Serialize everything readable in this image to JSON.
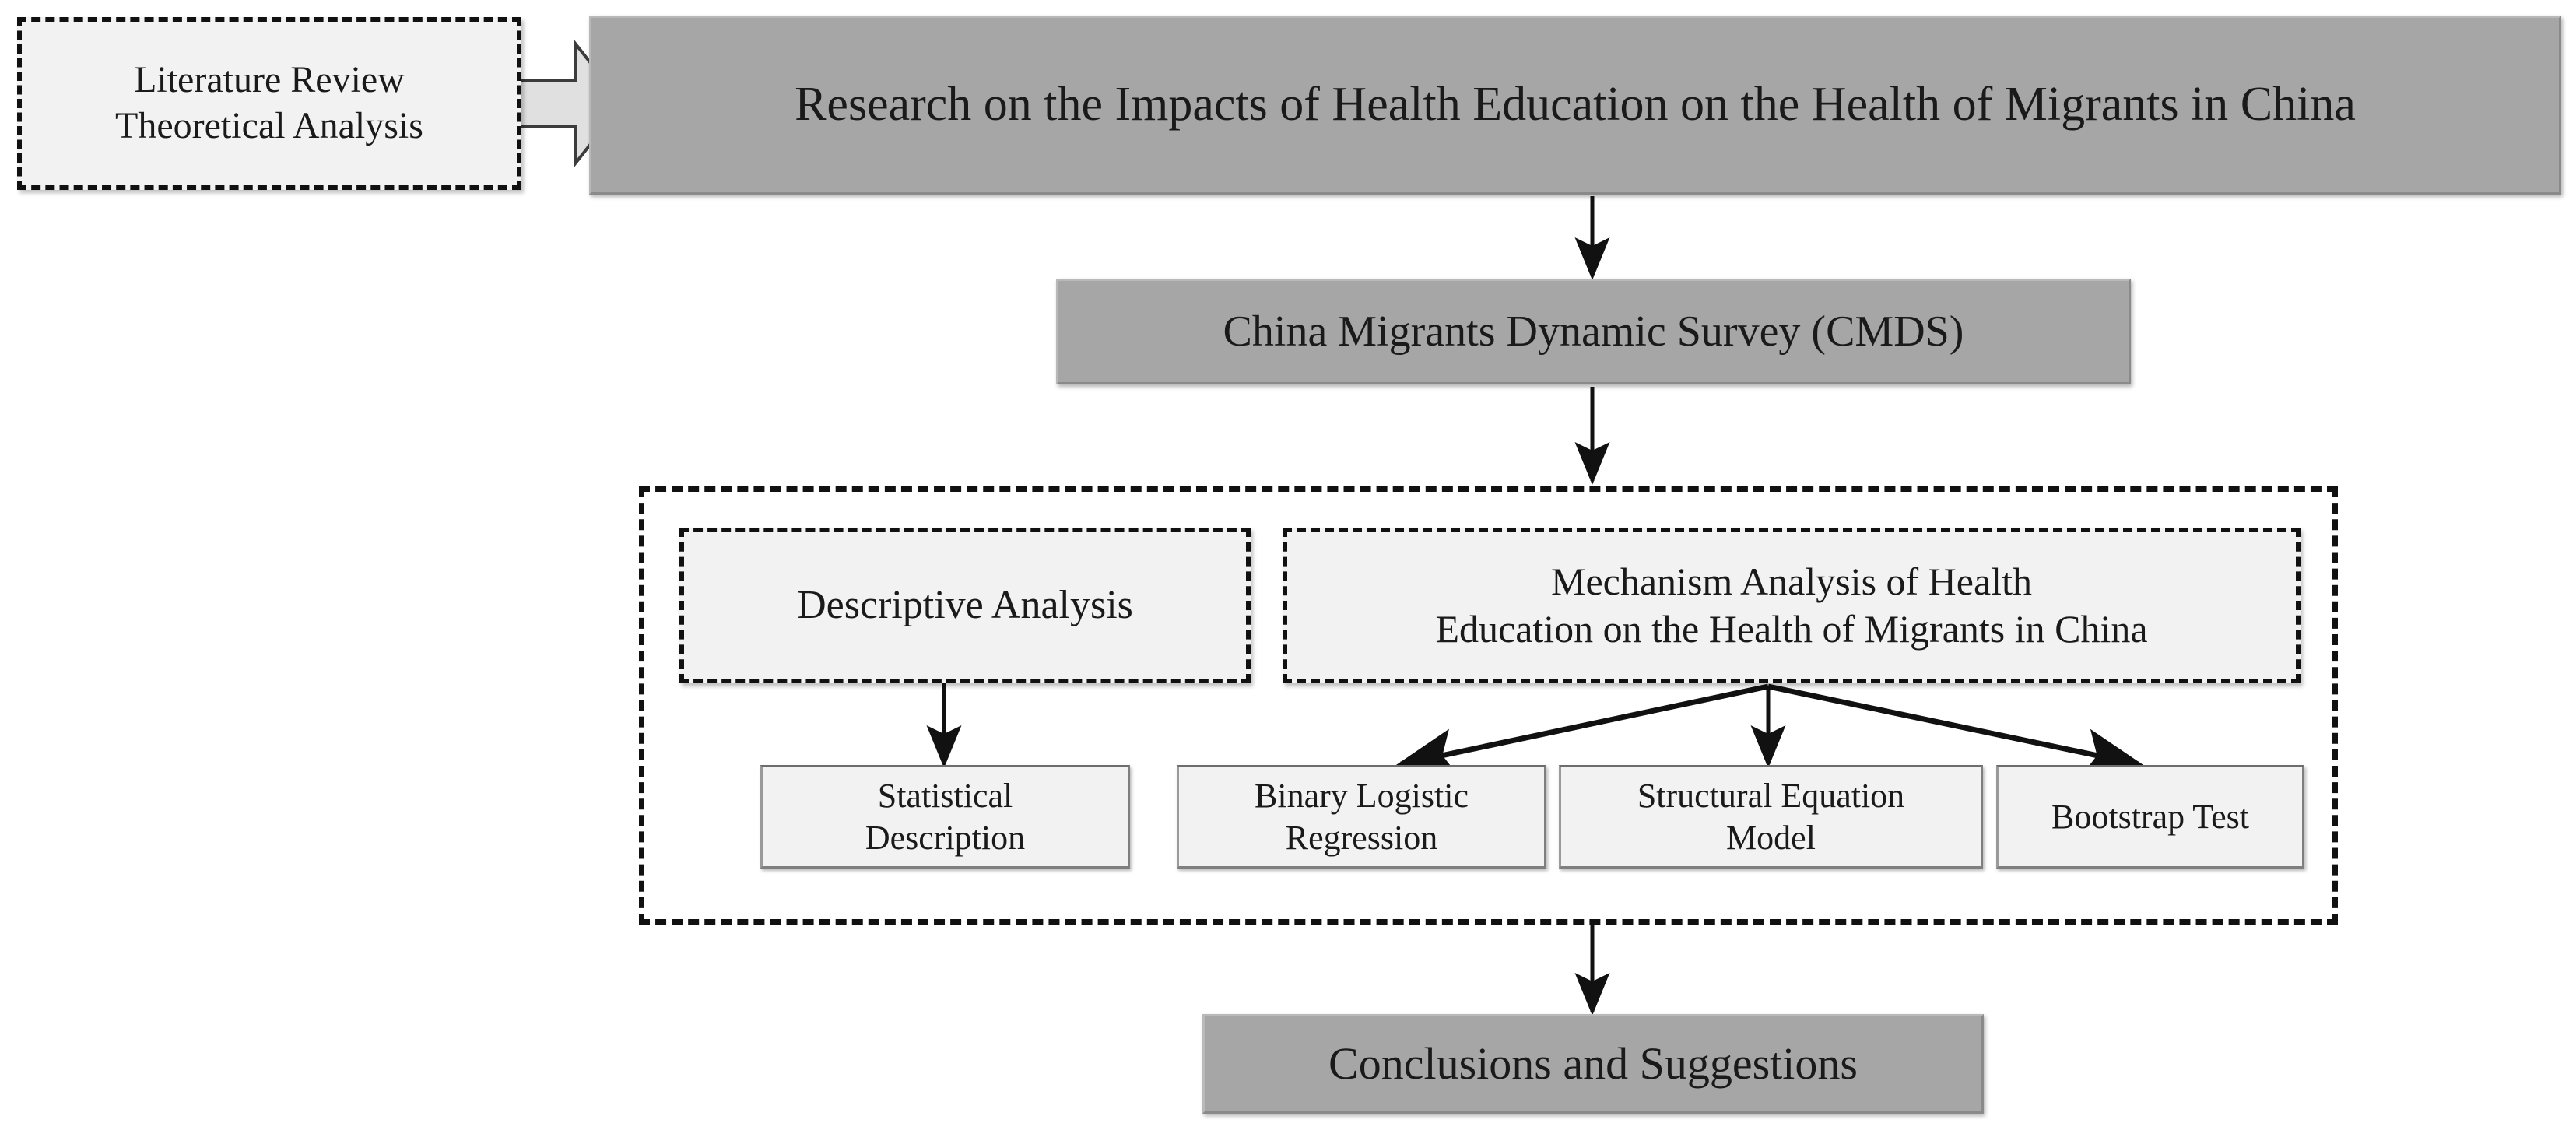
{
  "diagram": {
    "title": "Research Framework Flowchart",
    "colors": {
      "gray_fill": "#a6a6a6",
      "light_fill": "#f2f2f2",
      "stroke": "#111111",
      "text": "#1a1a1a"
    },
    "nodes": {
      "literature_review": {
        "label": "Literature Review\nTheoretical Analysis",
        "shape": "dashed-rectangle",
        "fill": "#f2f2f2"
      },
      "research_title": {
        "label": "Research on the Impacts of Health Education on the Health of Migrants in China",
        "shape": "rectangle",
        "fill": "#a6a6a6"
      },
      "cmds": {
        "label": "China Migrants Dynamic Survey (CMDS)",
        "shape": "rectangle",
        "fill": "#a6a6a6"
      },
      "analysis_group": {
        "label": "",
        "shape": "dashed-group",
        "fill": "transparent"
      },
      "descriptive_analysis": {
        "label": "Descriptive Analysis",
        "shape": "dashed-rectangle",
        "fill": "#f2f2f2"
      },
      "mechanism_analysis": {
        "label": "Mechanism Analysis of Health\nEducation on the Health of Migrants in China",
        "shape": "dashed-rectangle",
        "fill": "#f2f2f2"
      },
      "statistical_description": {
        "label": "Statistical\nDescription",
        "shape": "rectangle",
        "fill": "#f2f2f2"
      },
      "binary_logistic_regression": {
        "label": "Binary Logistic\nRegression",
        "shape": "rectangle",
        "fill": "#f2f2f2"
      },
      "structural_equation_model": {
        "label": "Structural Equation\nModel",
        "shape": "rectangle",
        "fill": "#f2f2f2"
      },
      "bootstrap_test": {
        "label": "Bootstrap Test",
        "shape": "rectangle",
        "fill": "#f2f2f2"
      },
      "conclusions": {
        "label": "Conclusions and Suggestions",
        "shape": "rectangle",
        "fill": "#a6a6a6"
      }
    },
    "edges": [
      {
        "from": "literature_review",
        "to": "research_title",
        "style": "block-arrow"
      },
      {
        "from": "research_title",
        "to": "cmds",
        "style": "arrow"
      },
      {
        "from": "cmds",
        "to": "analysis_group",
        "style": "arrow"
      },
      {
        "from": "descriptive_analysis",
        "to": "statistical_description",
        "style": "arrow"
      },
      {
        "from": "mechanism_analysis",
        "to": "binary_logistic_regression",
        "style": "arrow"
      },
      {
        "from": "mechanism_analysis",
        "to": "structural_equation_model",
        "style": "arrow"
      },
      {
        "from": "mechanism_analysis",
        "to": "bootstrap_test",
        "style": "arrow"
      },
      {
        "from": "analysis_group",
        "to": "conclusions",
        "style": "arrow"
      }
    ]
  }
}
